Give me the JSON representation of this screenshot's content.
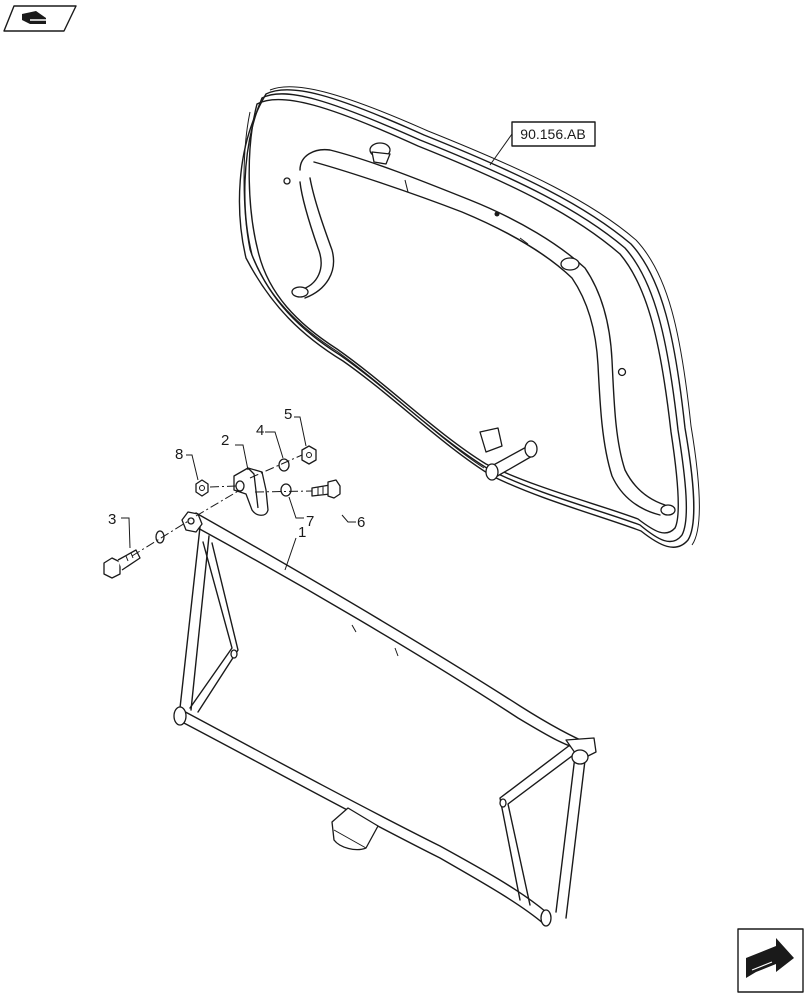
{
  "diagram": {
    "reference_label": "90.156.AB",
    "callouts": [
      {
        "id": "1",
        "label": "1"
      },
      {
        "id": "2",
        "label": "2"
      },
      {
        "id": "3",
        "label": "3"
      },
      {
        "id": "4",
        "label": "4"
      },
      {
        "id": "5",
        "label": "5"
      },
      {
        "id": "6",
        "label": "6"
      },
      {
        "id": "7",
        "label": "7"
      },
      {
        "id": "8",
        "label": "8"
      }
    ]
  },
  "icons": {
    "top_left": "book-open-icon",
    "bottom_right": "next-page-arrow-icon"
  }
}
